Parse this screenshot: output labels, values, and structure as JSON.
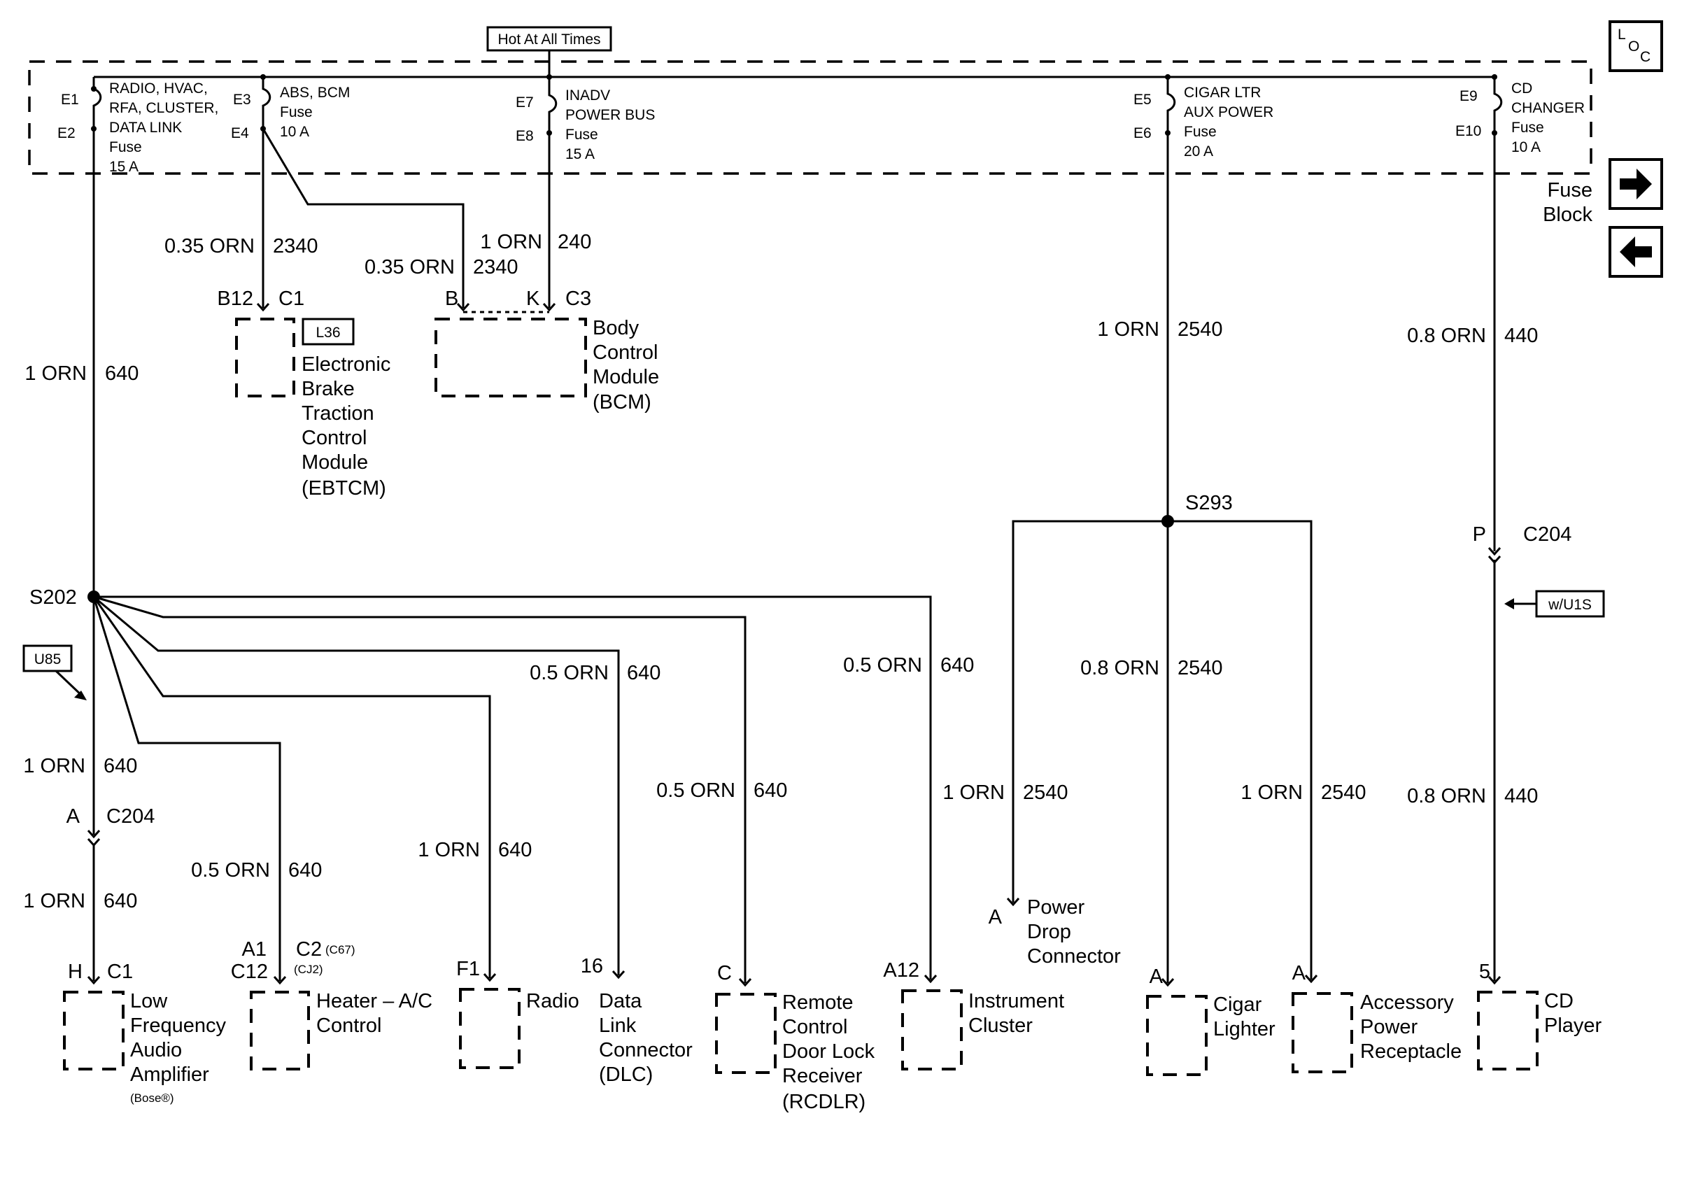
{
  "top": {
    "hot_label": "Hot At All Times",
    "loc_l": "L",
    "loc_o": "O",
    "loc_c": "C",
    "next_icon": "arrow-right-icon",
    "prev_icon": "arrow-left-icon",
    "fuse_block_1": "Fuse",
    "fuse_block_2": "Block"
  },
  "fuses": {
    "f1": {
      "in": "E1",
      "out": "E2",
      "l1": "RADIO, HVAC,",
      "l2": "RFA, CLUSTER,",
      "l3": "DATA LINK",
      "l4": "Fuse",
      "l5": "15 A"
    },
    "f2": {
      "in": "E3",
      "out": "E4",
      "l1": "ABS, BCM",
      "l2": "Fuse",
      "l3": "10 A"
    },
    "f3": {
      "in": "E7",
      "out": "E8",
      "l1": "INADV",
      "l2": "POWER BUS",
      "l3": "Fuse",
      "l4": "15 A"
    },
    "f4": {
      "in": "E5",
      "out": "E6",
      "l1": "CIGAR LTR",
      "l2": "AUX POWER",
      "l3": "Fuse",
      "l4": "20 A"
    },
    "f5": {
      "in": "E9",
      "out": "E10",
      "l1": "CD",
      "l2": "CHANGER",
      "l3": "Fuse",
      "l4": "10 A"
    }
  },
  "wires": {
    "w640_top": {
      "gauge": "1 ORN",
      "circuit": "640"
    },
    "w2340_a": {
      "gauge": "0.35 ORN",
      "circuit": "2340"
    },
    "w2340_b": {
      "gauge": "0.35 ORN",
      "circuit": "2340"
    },
    "w240": {
      "gauge": "1 ORN",
      "circuit": "240"
    },
    "w2540_top": {
      "gauge": "1 ORN",
      "circuit": "2540"
    },
    "w440_top": {
      "gauge": "0.8 ORN",
      "circuit": "440"
    },
    "w640_lfa_a": {
      "gauge": "1 ORN",
      "circuit": "640"
    },
    "w640_lfa_b": {
      "gauge": "1 ORN",
      "circuit": "640"
    },
    "w640_hvac": {
      "gauge": "0.5 ORN",
      "circuit": "640"
    },
    "w640_radio": {
      "gauge": "1 ORN",
      "circuit": "640"
    },
    "w640_dlc": {
      "gauge": "0.5 ORN",
      "circuit": "640"
    },
    "w640_rcdlr": {
      "gauge": "0.5 ORN",
      "circuit": "640"
    },
    "w640_ipc": {
      "gauge": "0.5 ORN",
      "circuit": "640"
    },
    "w2540_pd": {
      "gauge": "1 ORN",
      "circuit": "2540"
    },
    "w2540_cig": {
      "gauge": "0.8 ORN",
      "circuit": "2540"
    },
    "w2540_acc": {
      "gauge": "1 ORN",
      "circuit": "2540"
    },
    "w440_bot": {
      "gauge": "0.8 ORN",
      "circuit": "440"
    }
  },
  "splices": {
    "s202": "S202",
    "s293": "S293"
  },
  "options": {
    "u85": "U85",
    "l36": "L36",
    "w_u1s": "w/U1S"
  },
  "connectors": {
    "c204_left_pin": "A",
    "c204_left": "C204",
    "c204_right_pin": "P",
    "c204_right": "C204"
  },
  "components": {
    "ebtcm": {
      "pin": "B12",
      "conn": "C1",
      "n1": "Electronic",
      "n2": "Brake",
      "n3": "Traction",
      "n4": "Control",
      "n5": "Module",
      "n6": "(EBTCM)"
    },
    "bcm": {
      "pin1": "B",
      "pin2": "K",
      "conn": "C3",
      "n1": "Body",
      "n2": "Control",
      "n3": "Module",
      "n4": "(BCM)"
    },
    "lfa": {
      "pin": "H",
      "conn": "C1",
      "n1": "Low",
      "n2": "Frequency",
      "n3": "Audio",
      "n4": "Amplifier",
      "n5": "(Bose®)"
    },
    "hvac": {
      "pin": "A1",
      "pin_b": "C12",
      "conn": "C2",
      "conn_opt": "(C67)",
      "conn_opt2": "(CJ2)",
      "n1": "Heater – A/C",
      "n2": "Control"
    },
    "radio": {
      "pin": "F1",
      "n1": "Radio"
    },
    "dlc": {
      "pin": "16",
      "n1": "Data",
      "n2": "Link",
      "n3": "Connector",
      "n4": "(DLC)"
    },
    "rcdlr": {
      "pin": "C",
      "n1": "Remote",
      "n2": "Control",
      "n3": "Door Lock",
      "n4": "Receiver",
      "n5": "(RCDLR)"
    },
    "ipc": {
      "pin": "A12",
      "n1": "Instrument",
      "n2": "Cluster"
    },
    "pdc": {
      "pin": "A",
      "n1": "Power",
      "n2": "Drop",
      "n3": "Connector"
    },
    "cig": {
      "pin": "A",
      "n1": "Cigar",
      "n2": "Lighter"
    },
    "acc": {
      "pin": "A",
      "n1": "Accessory",
      "n2": "Power",
      "n3": "Receptacle"
    },
    "cd": {
      "pin": "5",
      "n1": "CD",
      "n2": "Player"
    }
  }
}
